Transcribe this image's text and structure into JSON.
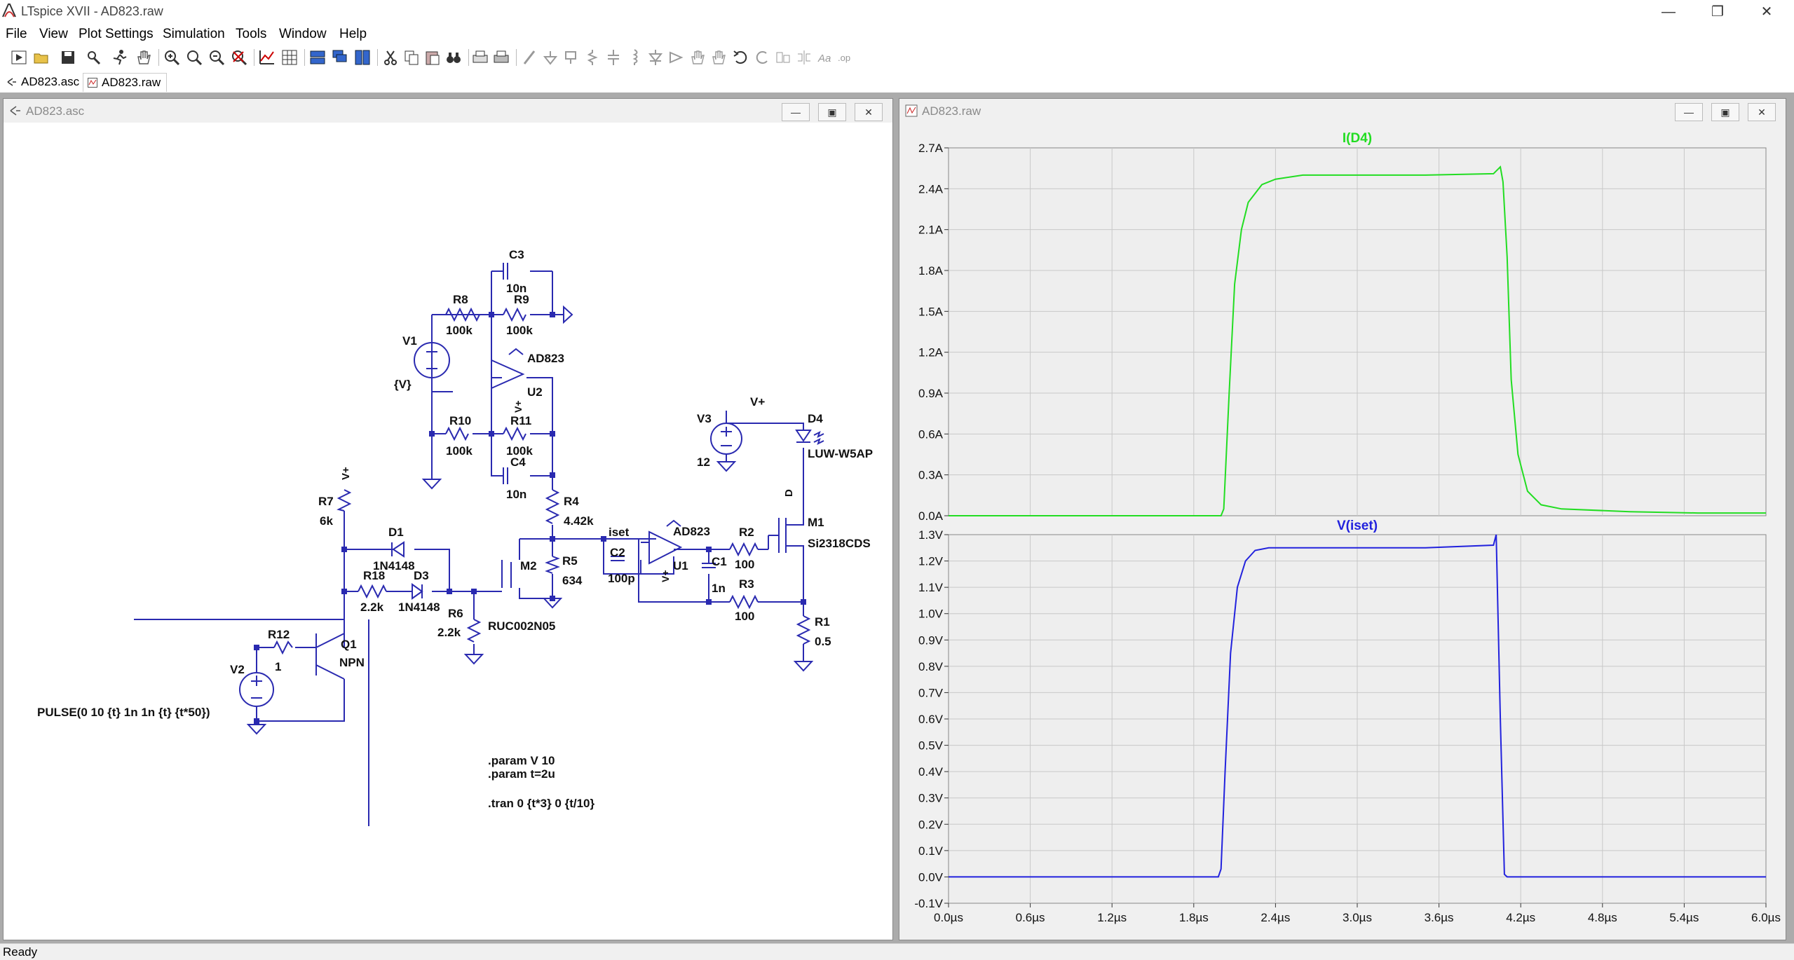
{
  "window": {
    "title": "LTspice XVII - AD823.raw"
  },
  "menu": [
    "File",
    "View",
    "Plot Settings",
    "Simulation",
    "Tools",
    "Window",
    "Help"
  ],
  "tabs": [
    {
      "label": "AD823.asc"
    },
    {
      "label": "AD823.raw"
    }
  ],
  "schematic_window": {
    "title": "AD823.asc"
  },
  "plot_window": {
    "title": "AD823.raw"
  },
  "status": "Ready",
  "schematic": {
    "components": {
      "C3": {
        "ref": "C3",
        "value": "10n"
      },
      "R8": {
        "ref": "R8",
        "value": "100k"
      },
      "R9": {
        "ref": "R9",
        "value": "100k"
      },
      "V1": {
        "ref": "V1",
        "value": "{V}"
      },
      "U2": {
        "ref": "U2",
        "model": "AD823"
      },
      "R10": {
        "ref": "R10",
        "value": "100k"
      },
      "R11": {
        "ref": "R11",
        "value": "100k"
      },
      "C4": {
        "ref": "C4",
        "value": "10n"
      },
      "R4": {
        "ref": "R4",
        "value": "4.42k"
      },
      "R7": {
        "ref": "R7",
        "value": "6k"
      },
      "D1": {
        "ref": "D1",
        "model": "1N4148"
      },
      "R18": {
        "ref": "R18",
        "value": "2.2k"
      },
      "D3": {
        "ref": "D3",
        "model": "1N4148"
      },
      "R6": {
        "ref": "R6",
        "value": "2.2k"
      },
      "M2": {
        "ref": "M2",
        "model": "RUC002N05"
      },
      "R5": {
        "ref": "R5",
        "value": "634"
      },
      "C2": {
        "ref": "C2",
        "value": "100p"
      },
      "U1": {
        "ref": "U1",
        "model": "AD823"
      },
      "R2": {
        "ref": "R2",
        "value": "100"
      },
      "C1": {
        "ref": "C1",
        "value": "1n"
      },
      "R3": {
        "ref": "R3",
        "value": "100"
      },
      "V3": {
        "ref": "V3",
        "value": "12"
      },
      "D4": {
        "ref": "D4",
        "model": "LUW-W5AP"
      },
      "M1": {
        "ref": "M1",
        "model": "Si2318CDS",
        "pin": "D"
      },
      "R1": {
        "ref": "R1",
        "value": "0.5"
      },
      "R12": {
        "ref": "R12",
        "value": "1"
      },
      "Q1": {
        "ref": "Q1",
        "model": "NPN"
      },
      "V2": {
        "ref": "V2",
        "value": "PULSE(0 10 {t} 1n 1n {t} {t*50})"
      }
    },
    "net_labels": {
      "vplus_top": "V+",
      "vplus_left": "V+",
      "iset": "iset",
      "u2_vplus": "V+",
      "u1_vplus": "V+"
    },
    "directives": {
      "param_v": ".param V 10",
      "param_t": ".param t=2u",
      "tran": ".tran 0 {t*3} 0 {t/10}"
    }
  },
  "colors": {
    "trace_i": "#22dd22",
    "trace_v": "#2222dd",
    "wire": "#2a2ab0",
    "plot_bg": "#eeeeee",
    "grid": "#c8c8c8"
  },
  "chart_data": [
    {
      "type": "line",
      "title": "I(D4)",
      "x_ticks": [],
      "y_ticks": [
        "2.7A",
        "2.4A",
        "2.1A",
        "1.8A",
        "1.5A",
        "1.2A",
        "0.9A",
        "0.6A",
        "0.3A",
        "0.0A"
      ],
      "xlim": [
        0,
        6.0
      ],
      "ylim": [
        0.0,
        2.7
      ],
      "series": [
        {
          "name": "I(D4)",
          "x": [
            0.0,
            1.9,
            2.0,
            2.02,
            2.06,
            2.1,
            2.15,
            2.2,
            2.3,
            2.4,
            2.6,
            3.0,
            3.5,
            4.0,
            4.05,
            4.07,
            4.1,
            4.13,
            4.18,
            4.25,
            4.35,
            4.5,
            5.0,
            5.5,
            6.0
          ],
          "y": [
            0.0,
            0.0,
            0.0,
            0.05,
            0.9,
            1.7,
            2.1,
            2.3,
            2.43,
            2.47,
            2.5,
            2.5,
            2.5,
            2.51,
            2.56,
            2.45,
            1.9,
            1.0,
            0.45,
            0.18,
            0.08,
            0.05,
            0.03,
            0.02,
            0.02
          ]
        }
      ]
    },
    {
      "type": "line",
      "title": "V(iset)",
      "x_ticks": [
        "0.0µs",
        "0.6µs",
        "1.2µs",
        "1.8µs",
        "2.4µs",
        "3.0µs",
        "3.6µs",
        "4.2µs",
        "4.8µs",
        "5.4µs",
        "6.0µs"
      ],
      "y_ticks": [
        "1.3V",
        "1.2V",
        "1.1V",
        "1.0V",
        "0.9V",
        "0.8V",
        "0.7V",
        "0.6V",
        "0.5V",
        "0.4V",
        "0.3V",
        "0.2V",
        "0.1V",
        "0.0V",
        "-0.1V"
      ],
      "xlim": [
        0,
        6.0
      ],
      "ylim": [
        -0.1,
        1.3
      ],
      "series": [
        {
          "name": "V(iset)",
          "x": [
            0.0,
            1.98,
            2.0,
            2.03,
            2.07,
            2.12,
            2.18,
            2.25,
            2.35,
            2.5,
            3.0,
            3.5,
            4.0,
            4.02,
            4.05,
            4.08,
            4.1,
            5.0,
            6.0
          ],
          "y": [
            0.0,
            0.0,
            0.03,
            0.4,
            0.85,
            1.1,
            1.2,
            1.24,
            1.25,
            1.25,
            1.25,
            1.25,
            1.26,
            1.3,
            0.6,
            0.01,
            0.0,
            0.0,
            0.0
          ]
        }
      ]
    }
  ]
}
